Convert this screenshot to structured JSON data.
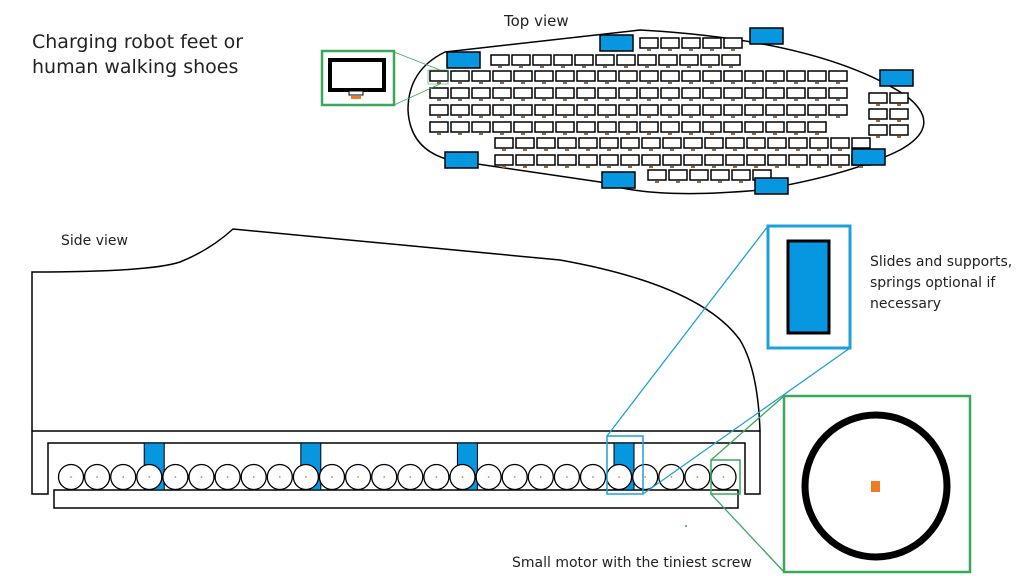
{
  "title": "Charging robot feet or human walking shoes",
  "labels": {
    "top_view": "Top view",
    "side_view": "Side view",
    "slides_note": "Slides and supports, springs optional if necessary",
    "motor_note": "Small motor with the tiniest screw"
  },
  "colors": {
    "outline": "#000000",
    "support_fill": "#0797e0",
    "callout_blue": "#1fa0d8",
    "callout_green": "#3aa85a",
    "screw_orange": "#f07b22",
    "screw_brown": "#8a6a4a"
  },
  "top_view": {
    "cell_rows": [
      {
        "count": 5
      },
      {
        "count": 12
      },
      {
        "count": 20
      },
      {
        "count": 20
      },
      {
        "count": 20
      },
      {
        "count": 19
      },
      {
        "count": 18
      },
      {
        "count": 18
      },
      {
        "count": 6
      }
    ],
    "side_cells": 6,
    "supports": 8
  },
  "side_view": {
    "roller_count": 26,
    "support_positions": [
      4,
      10,
      16,
      22
    ]
  },
  "icons": {
    "charger": "charger-icon",
    "motor": "motor-roller-icon"
  }
}
